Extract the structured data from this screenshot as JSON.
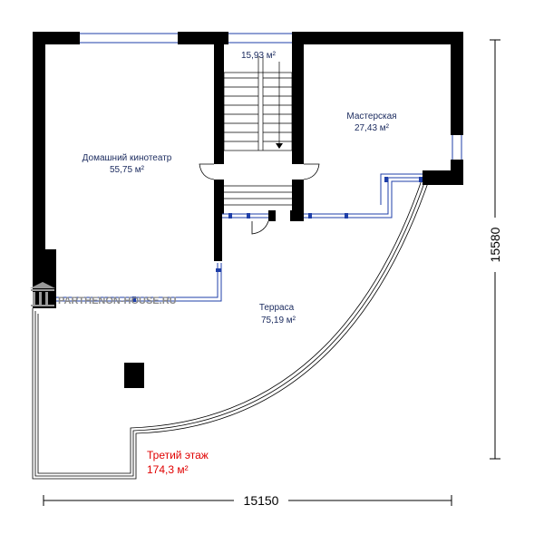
{
  "rooms": {
    "theater_name": "Домашний кинотеатр",
    "theater_area": "55,75 м²",
    "stair_area": "15,93 м²",
    "workshop_name": "Мастерская",
    "workshop_area": "27,43 м²",
    "terrace_name": "Терраса",
    "terrace_area": "75,19  м²"
  },
  "floor": {
    "name": "Третий этаж",
    "area": "174,3 м²"
  },
  "dimensions": {
    "width": "15150",
    "height": "15580"
  },
  "logo": {
    "text": "PARTHENON-HOUSE.RU",
    "icon": "temple-columns-icon"
  },
  "colors": {
    "wall": "#000000",
    "window": "#1f3fa8",
    "label": "#1a2a5e",
    "floor_label": "#e00000",
    "logo": "#8a8a8a"
  }
}
